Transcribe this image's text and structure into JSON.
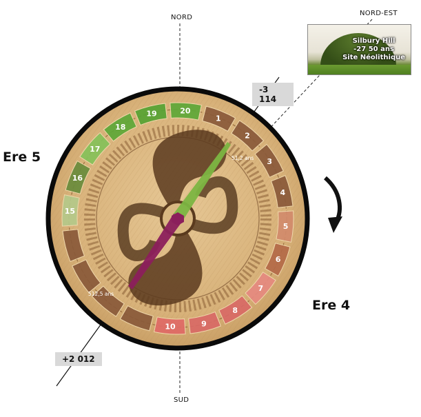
{
  "compass": {
    "north": "NORD",
    "south": "SUD",
    "northeast": "NORD-EST"
  },
  "eras": {
    "left": "Ere 5",
    "right": "Ere 4"
  },
  "dates": {
    "start": "-3 114",
    "end": "+2 012"
  },
  "photo": {
    "line1": "Silbury Hill",
    "line2": "-27 50 ans",
    "line3": "Site Néolithique"
  },
  "annotations": {
    "segment_year": "51,2 ans",
    "half_cycle": "512,5 ans"
  },
  "segments": [
    {
      "num": "1",
      "color": "#8a5a3a"
    },
    {
      "num": "2",
      "color": "#8a5a3a"
    },
    {
      "num": "3",
      "color": "#8a5a3a"
    },
    {
      "num": "4",
      "color": "#8a5a3a"
    },
    {
      "num": "5",
      "color": "#d28b6c"
    },
    {
      "num": "6",
      "color": "#b46a48"
    },
    {
      "num": "7",
      "color": "#e68a80"
    },
    {
      "num": "8",
      "color": "#d96a66"
    },
    {
      "num": "9",
      "color": "#d96a66"
    },
    {
      "num": "10",
      "color": "#e06a66"
    },
    {
      "num": "",
      "color": "#8a5a3a"
    },
    {
      "num": "",
      "color": "#8a5a3a"
    },
    {
      "num": "",
      "color": "#8a5a3a"
    },
    {
      "num": "",
      "color": "#8a5a3a"
    },
    {
      "num": "15",
      "color": "#b5c98a"
    },
    {
      "num": "16",
      "color": "#6a8c3c"
    },
    {
      "num": "17",
      "color": "#86c25a"
    },
    {
      "num": "18",
      "color": "#5ea838"
    },
    {
      "num": "19",
      "color": "#56a334"
    },
    {
      "num": "20",
      "color": "#5ea838"
    }
  ],
  "colors": {
    "field": "#d8b47c",
    "field_dark": "#a87a45",
    "ring": "#0a0a0a",
    "hand_green": "#7cb542",
    "hand_purple": "#8b1f5c"
  }
}
